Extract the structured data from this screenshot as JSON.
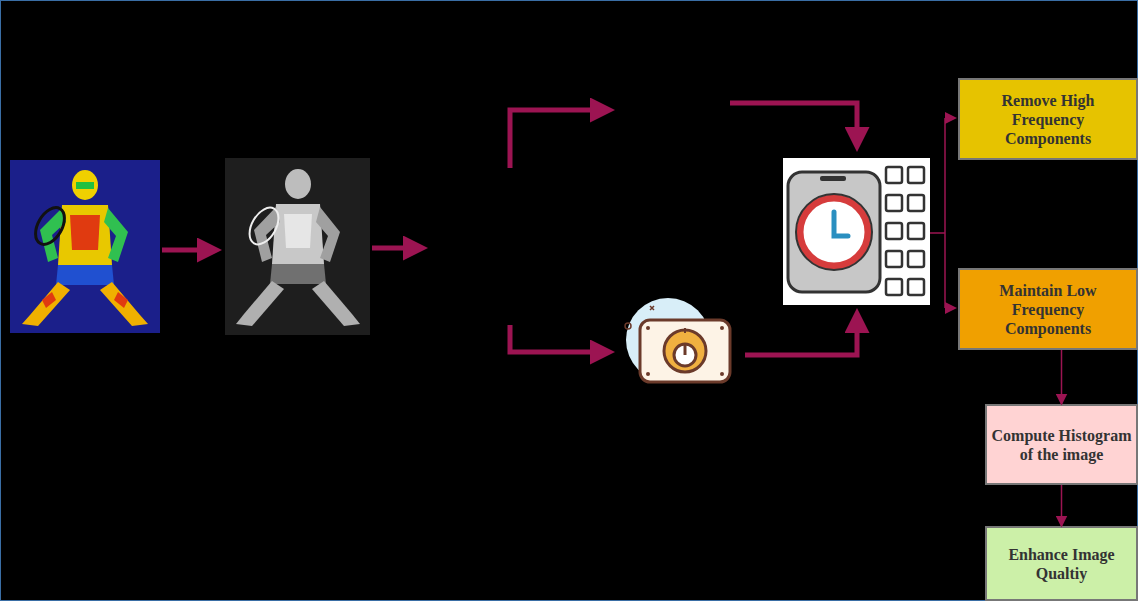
{
  "diagram": {
    "nodes": [
      {
        "text": [
          "Remove High Frequency Components"
        ]
      },
      {
        "text": [
          "Maintain Low Frequency Components"
        ]
      },
      {
        "text": [
          "Compute Histogram of the image"
        ]
      },
      {
        "text": [
          "Enhance Image Qualtiy"
        ]
      }
    ],
    "edges": [
      {
        "from": 1,
        "to": 2,
        "arrow": "to"
      },
      {
        "from": 2,
        "to": 3,
        "arrow": "to"
      }
    ]
  }
}
